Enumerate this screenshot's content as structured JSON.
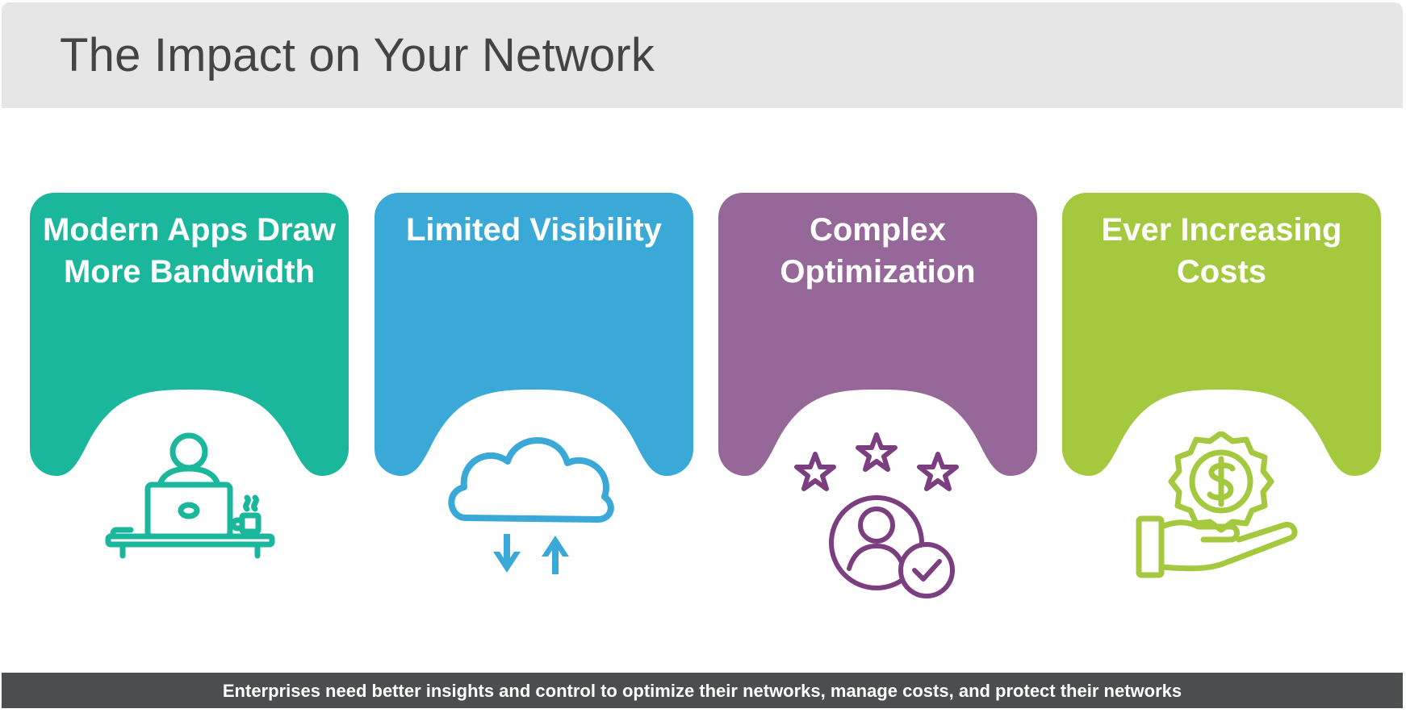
{
  "slide": {
    "title": "The Impact on Your Network"
  },
  "cards": [
    {
      "title": "Modern Apps Draw More Bandwidth",
      "color": "#1bb79d",
      "icon": "person-laptop-desk-icon"
    },
    {
      "title": "Limited Visibility",
      "color": "#3ba9d7",
      "icon": "cloud-transfer-icon"
    },
    {
      "title": "Complex Optimization",
      "color": "#96689a",
      "icon": "user-rating-stars-icon"
    },
    {
      "title": "Ever Increasing Costs",
      "color": "#a4c93e",
      "icon": "hand-dollar-coin-icon"
    }
  ],
  "footer": {
    "text": "Enterprises need better insights and control to optimize their networks, manage costs, and protect their networks",
    "color": "#4a4e4e"
  }
}
